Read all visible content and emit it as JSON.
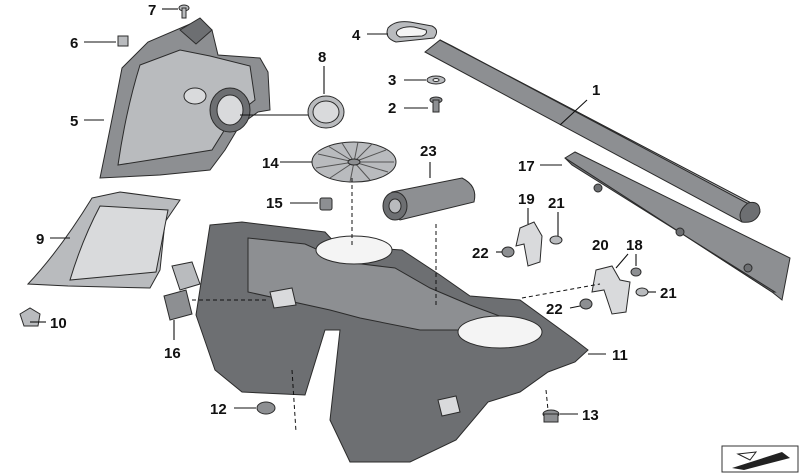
{
  "callouts": [
    {
      "id": "c1",
      "label": "1"
    },
    {
      "id": "c2",
      "label": "2"
    },
    {
      "id": "c3",
      "label": "3"
    },
    {
      "id": "c4",
      "label": "4"
    },
    {
      "id": "c5",
      "label": "5"
    },
    {
      "id": "c6",
      "label": "6"
    },
    {
      "id": "c7",
      "label": "7"
    },
    {
      "id": "c8",
      "label": "8"
    },
    {
      "id": "c9",
      "label": "9"
    },
    {
      "id": "c10",
      "label": "10"
    },
    {
      "id": "c11",
      "label": "11"
    },
    {
      "id": "c12",
      "label": "12"
    },
    {
      "id": "c13",
      "label": "13"
    },
    {
      "id": "c14",
      "label": "14"
    },
    {
      "id": "c15",
      "label": "15"
    },
    {
      "id": "c16",
      "label": "16"
    },
    {
      "id": "c17",
      "label": "17"
    },
    {
      "id": "c18",
      "label": "18"
    },
    {
      "id": "c19",
      "label": "19"
    },
    {
      "id": "c20",
      "label": "20"
    },
    {
      "id": "c21a",
      "label": "21"
    },
    {
      "id": "c21b",
      "label": "21"
    },
    {
      "id": "c22a",
      "label": "22"
    },
    {
      "id": "c22b",
      "label": "22"
    },
    {
      "id": "c23",
      "label": "23"
    }
  ],
  "colors": {
    "part_dark": "#6d6f72",
    "part_light": "#b9bbbe",
    "line": "#111111",
    "background": "#ffffff"
  }
}
